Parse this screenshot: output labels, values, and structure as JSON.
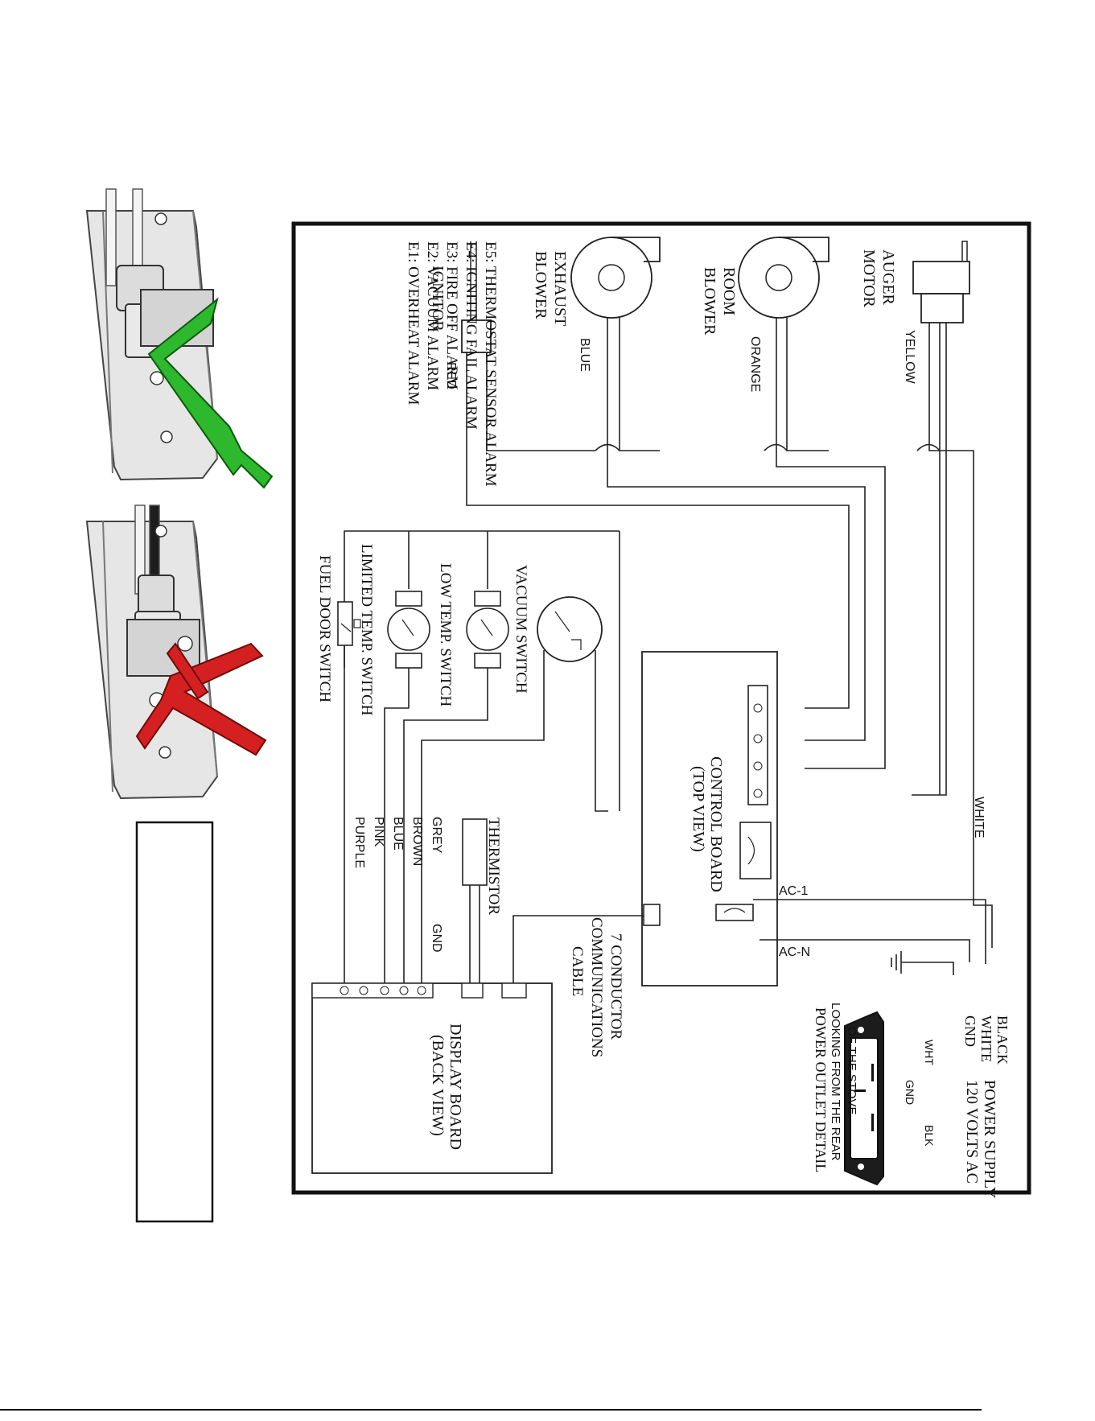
{
  "diagram": {
    "components": {
      "auger_motor": [
        "AUGER",
        "MOTOR"
      ],
      "room_blower": [
        "ROOM",
        "BLOWER"
      ],
      "exhaust_blower": [
        "EXHAUST",
        "BLOWER"
      ],
      "ignitor": "IGNITOR",
      "vacuum_switch": "VACUUM SWITCH",
      "low_temp_switch": "LOW TEMP. SWITCH",
      "limited_temp_switch": "LIMITED TEMP. SWITCH",
      "fuel_door_switch": "FUEL DOOR SWITCH",
      "control_board": [
        "CONTROL BOARD",
        "(TOP VIEW)"
      ],
      "thermistor": "THERMISTOR",
      "comm_cable": [
        "7 CONDUCTOR",
        "COMMUNICATIONS",
        "CABLE"
      ],
      "display_board": [
        "DISPLAY BOARD",
        "(BACK VIEW)"
      ],
      "power_supply_lines": [
        "BLACK",
        "WHITE",
        "GND"
      ],
      "power_supply_title": [
        "POWER SUPPLY",
        "120 VOLTS AC"
      ],
      "outlet_detail": [
        "POWER OUTLET DETAIL",
        "LOOKING FROM THE REAR",
        "OF THE STOVE"
      ],
      "outlet_pins": {
        "wht": "WHT",
        "gnd": "GND",
        "blk": "BLK"
      }
    },
    "wire_labels": {
      "yellow": "YELLOW",
      "orange": "ORANGE",
      "blue_blower": "BLUE",
      "red": "RED",
      "white": "WHITE",
      "ac1": "AC-1",
      "acn": "AC-N",
      "grey": "GREY",
      "brown": "BROWN",
      "blue": "BLUE",
      "pink": "PINK",
      "purple": "PURPLE",
      "gnd": "GND"
    },
    "alarm_codes": [
      "E1: OVERHEAT ALARM",
      "E2: VACUUM ALARM",
      "E3: FIRE OFF ALARM",
      "E4: IGNITING FAIL ALARM",
      "E5: THERMOSTAT SENSOR ALARM"
    ]
  },
  "colors": {
    "correct_check": "#2db82d",
    "wrong_cross": "#d42020",
    "wire": "#222222",
    "bracket": "#cfcfcf"
  },
  "icons": {
    "correct": "check-mark-icon",
    "wrong": "x-mark-icon"
  }
}
